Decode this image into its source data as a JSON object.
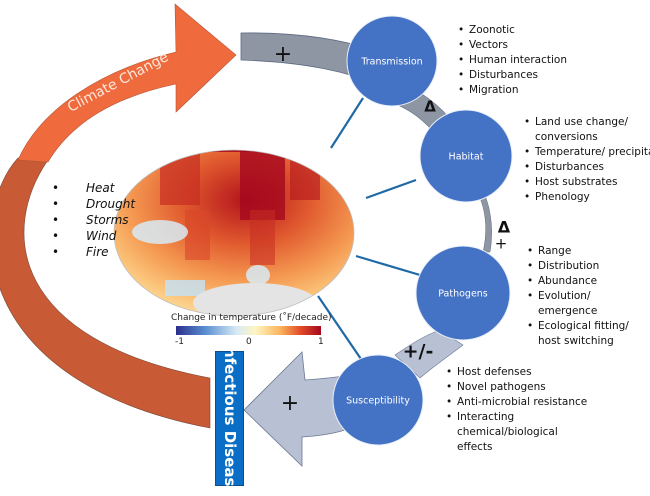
{
  "diagram": {
    "cycle_arrow_label": "Climate Change",
    "outcome_label": "Infectious Disease",
    "signs": {
      "climate_to_transmission": "+",
      "transmission_to_habitat": "Δ",
      "habitat_to_pathogens_delta": "Δ",
      "habitat_to_pathogens_plus": "+",
      "pathogens_to_susceptibility": "+/-",
      "susceptibility_to_disease": "+"
    },
    "colors": {
      "climate_arrow_top": "#ef6b3d",
      "climate_arrow_bottom": "#c85a35",
      "node_fill": "#4472c4",
      "connector_gray": "#8e96a3",
      "connector_light": "#b7c1d3",
      "spoke_line": "#1f6aa6",
      "disease_box": "#0b6ec6"
    },
    "hazards": [
      "Heat",
      "Drought",
      "Storms",
      "Wind",
      "Fire"
    ],
    "nodes": [
      {
        "label": "Transmission",
        "bullets": [
          "Zoonotic",
          "Vectors",
          "Human interaction",
          "Disturbances",
          "Migration"
        ]
      },
      {
        "label": "Habitat",
        "bullets": [
          "Land use change/ conversions",
          "Temperature/  precipitat",
          "Disturbances",
          "Host substrates",
          "Phenology"
        ]
      },
      {
        "label": "Pathogens",
        "bullets": [
          "Range",
          "Distribution",
          "Abundance",
          "Evolution/ emergence",
          "Ecological fitting/ host switching"
        ]
      },
      {
        "label": "Susceptibility",
        "bullets": [
          "Host defenses",
          "Novel pathogens",
          "Anti-microbial resistance",
          "Interacting chemical/biological effects"
        ]
      }
    ],
    "map": {
      "description": "Global map of change in temperature, mostly warming (oranges/reds) with strongest warming in northern high latitudes; slight cooling patches (blue) in southern oceans and Pacific",
      "colorbar": {
        "title": "Change in temperature (˚F/decade)",
        "min_label": "-1",
        "mid_label": "0",
        "max_label": "1",
        "range": [
          -1,
          1
        ],
        "colors": [
          "#2b2f8c",
          "#5a8ed0",
          "#d7ebf6",
          "#fff5c0",
          "#fbb35c",
          "#e24a28",
          "#a5081e"
        ]
      }
    }
  }
}
